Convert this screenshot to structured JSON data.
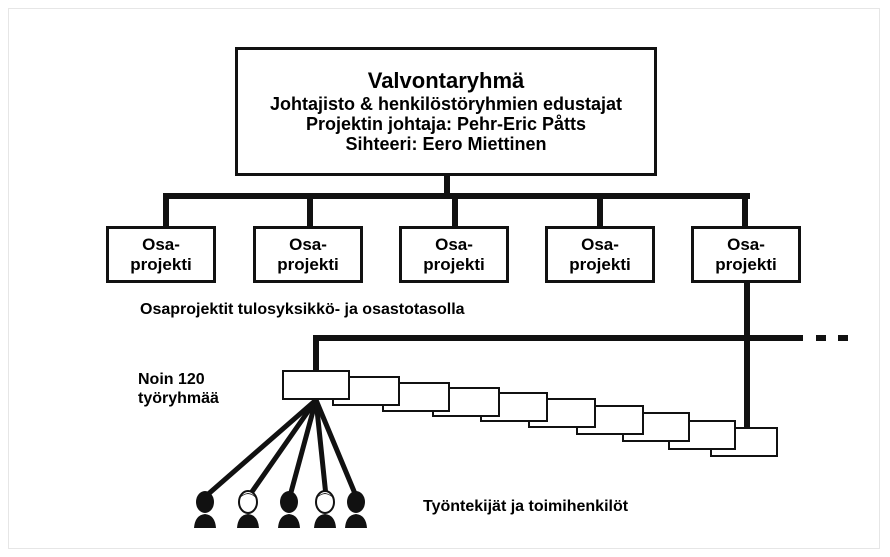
{
  "top_box": {
    "title": "Valvontaryhmä",
    "line1": "Johtajisto & henkilöstöryhmien edustajat",
    "line2": "Projektin johtaja: Pehr-Eric Påtts",
    "line3": "Sihteeri: Eero Miettinen"
  },
  "subprojects": [
    {
      "line1": "Osa-",
      "line2": "projekti"
    },
    {
      "line1": "Osa-",
      "line2": "projekti"
    },
    {
      "line1": "Osa-",
      "line2": "projekti"
    },
    {
      "line1": "Osa-",
      "line2": "projekti"
    },
    {
      "line1": "Osa-",
      "line2": "projekti"
    }
  ],
  "notes": {
    "subprojects_level": "Osaprojektit tulosyksikkö- ja osastotasolla",
    "groups_line1": "Noin 120",
    "groups_line2": "työryhmää",
    "workers": "Työntekijät ja toimihenkilöt"
  },
  "colors": {
    "line": "#111111",
    "background": "#ffffff"
  }
}
